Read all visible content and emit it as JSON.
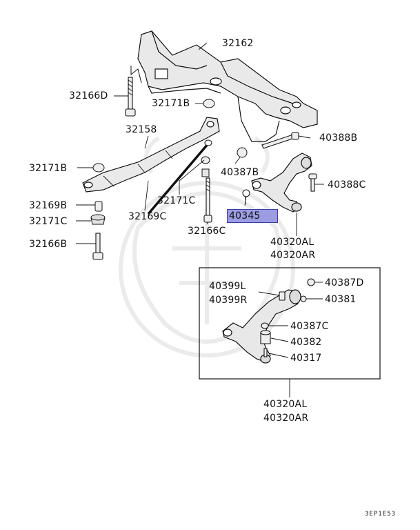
{
  "labels": {
    "p32162": "32162",
    "p32166D": "32166D",
    "p32171B_top": "32171B",
    "p32158": "32158",
    "p40388B": "40388B",
    "p32171B_left": "32171B",
    "p40387B": "40387B",
    "p40388C": "40388C",
    "p32171C_mid": "32171C",
    "p32169B": "32169B",
    "p40345": "40345",
    "p32171C_left": "32171C",
    "p32169C": "32169C",
    "p32166C": "32166C",
    "p32166B": "32166B",
    "p40320AL_top": "40320AL",
    "p40320AR_top": "40320AR",
    "p40399L": "40399L",
    "p40399R": "40399R",
    "p40387D": "40387D",
    "p40381": "40381",
    "p40387C": "40387C",
    "p40382": "40382",
    "p40317": "40317",
    "p40320AL_bot": "40320AL",
    "p40320AR_bot": "40320AR"
  },
  "highlighted_part": "40345",
  "highlight_color": "#9c9ce3",
  "footer_code": "3EP1E53"
}
